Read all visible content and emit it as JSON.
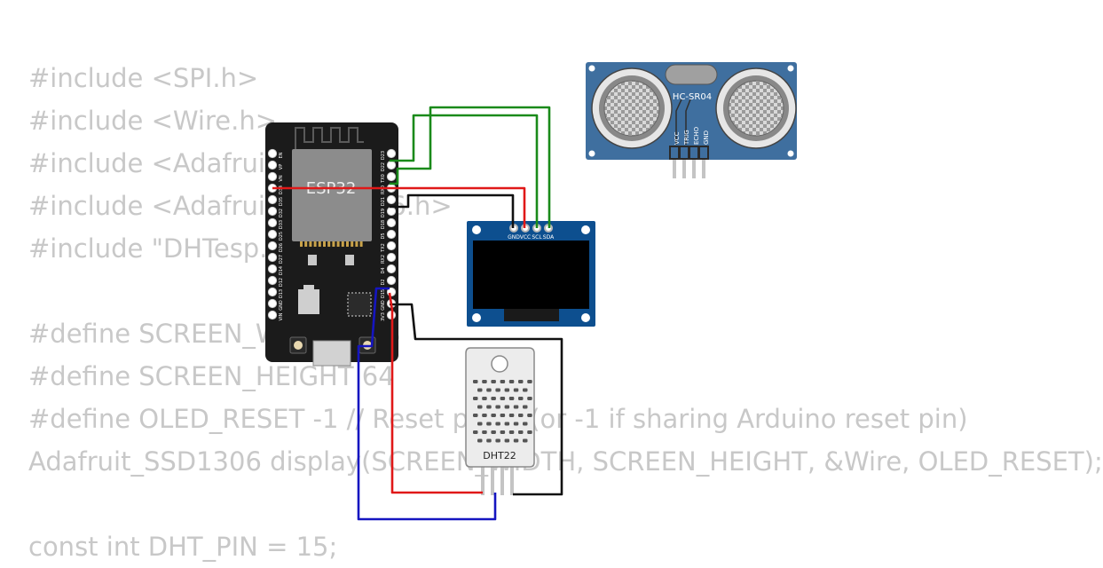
{
  "code_lines": [
    "#include <SPI.h>",
    "#include <Wire.h>",
    "#include <Adafruit_GFX.h>",
    "#include <Adafruit_SSD1306.h>",
    "#include \"DHTesp.h\"",
    "",
    "#define SCREEN_WIDTH 128",
    "#define SCREEN_HEIGHT 64",
    "#define OLED_RESET -1 // Reset pin # (or -1 if sharing Arduino reset pin)",
    "Adafruit_SSD1306 display(SCREEN_WIDTH, SCREEN_HEIGHT, &Wire, OLED_RESET);",
    "",
    "const int DHT_PIN = 15;"
  ],
  "esp32": {
    "label": "ESP32",
    "left_pins": [
      "VIN",
      "GND",
      "D13",
      "D12",
      "D14",
      "D27",
      "D26",
      "D25",
      "D33",
      "D32",
      "D35",
      "D34",
      "VN",
      "VP",
      "EN"
    ],
    "right_pins": [
      "3V3",
      "GND",
      "D15",
      "D2",
      "D4",
      "RX2",
      "TX2",
      "D5",
      "D18",
      "D19",
      "D21",
      "RX0",
      "TX0",
      "D22",
      "D23"
    ]
  },
  "hcsr04": {
    "label": "HC-SR04",
    "pins": [
      "VCC",
      "TRIG",
      "ECHO",
      "GND"
    ]
  },
  "oled": {
    "pins": [
      "GND",
      "VCC",
      "SCL",
      "SDA"
    ]
  },
  "dht22": {
    "label": "DHT22"
  },
  "colors": {
    "board_bg": "#1b1b1b",
    "chip": "#8c8c8c",
    "sonar_board": "#3f6f9f",
    "oled_board": "#0d4f8f",
    "wire_green": "#1a8a1a",
    "wire_red": "#e01818",
    "wire_black": "#111111",
    "wire_blue": "#1515c0",
    "code_text": "#c8c8c8"
  }
}
